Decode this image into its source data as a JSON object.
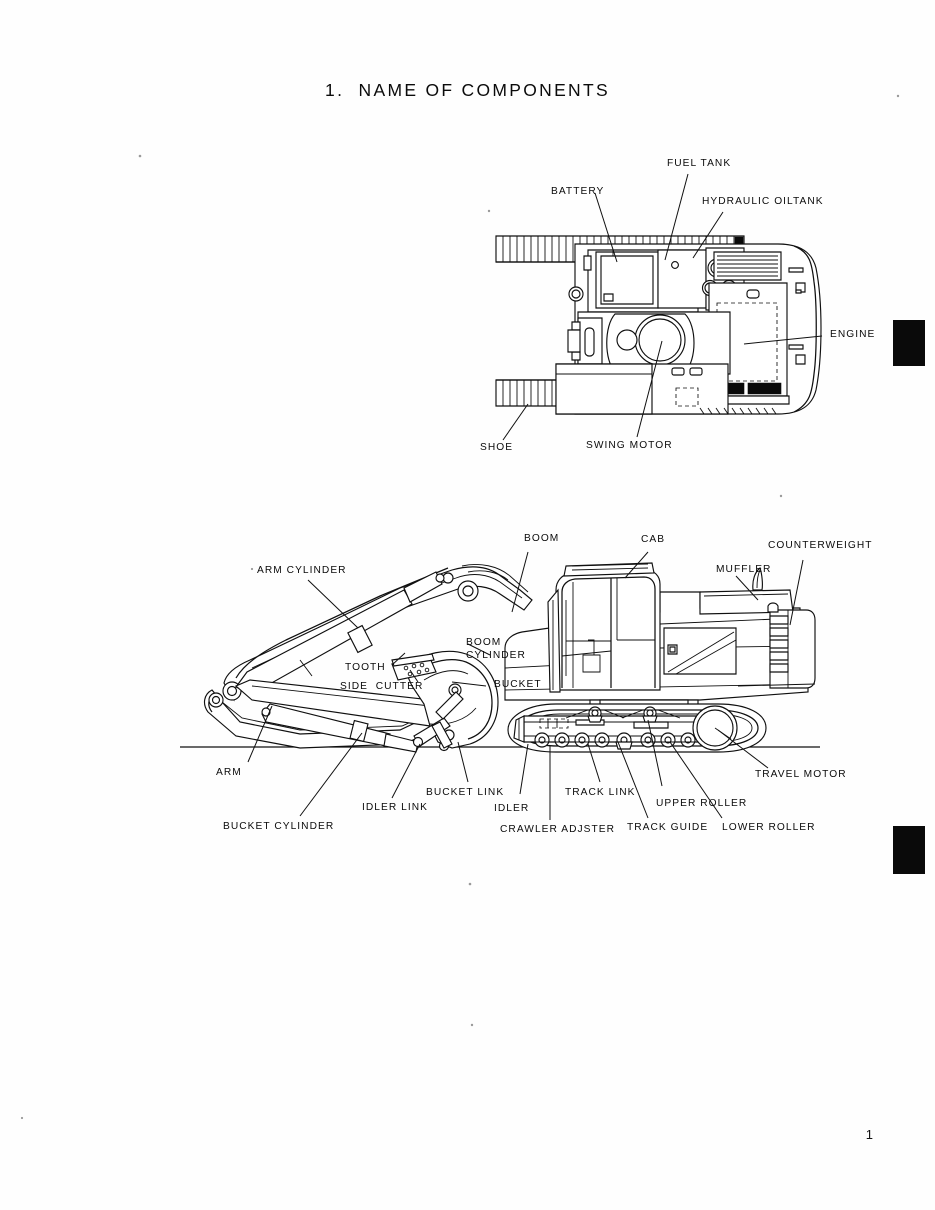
{
  "document": {
    "title": "1.  NAME OF COMPONENTS",
    "page_number": "1"
  },
  "top_view": {
    "caption": "plan view of hydraulic excavator upper structure",
    "callouts": [
      {
        "id": "fuel-tank",
        "label": "FUEL TANK"
      },
      {
        "id": "battery",
        "label": "BATTERY"
      },
      {
        "id": "hydraulic-oiltank",
        "label": "HYDRAULIC OILTANK"
      },
      {
        "id": "engine",
        "label": "ENGINE"
      },
      {
        "id": "shoe",
        "label": "SHOE"
      },
      {
        "id": "swing-motor",
        "label": "SWING MOTOR"
      }
    ]
  },
  "side_view": {
    "caption": "side elevation of hydraulic excavator",
    "callouts": [
      {
        "id": "arm-cylinder",
        "label": "ARM CYLINDER"
      },
      {
        "id": "boom",
        "label": "BOOM"
      },
      {
        "id": "cab",
        "label": "CAB"
      },
      {
        "id": "counterweight",
        "label": "COUNTERWEIGHT"
      },
      {
        "id": "muffler",
        "label": "MUFFLER"
      },
      {
        "id": "boom-cylinder",
        "label": "BOOM\nCYLINDER"
      },
      {
        "id": "tooth",
        "label": "TOOTH"
      },
      {
        "id": "side-cutter",
        "label": "SIDE  CUTTER"
      },
      {
        "id": "bucket",
        "label": "BUCKET"
      },
      {
        "id": "arm",
        "label": "ARM"
      },
      {
        "id": "bucket-cylinder",
        "label": "BUCKET CYLINDER"
      },
      {
        "id": "idler-link",
        "label": "IDLER LINK"
      },
      {
        "id": "bucket-link",
        "label": "BUCKET LINK"
      },
      {
        "id": "idler",
        "label": "IDLER"
      },
      {
        "id": "crawler-adjster",
        "label": "CRAWLER ADJSTER"
      },
      {
        "id": "track-link",
        "label": "TRACK LINK"
      },
      {
        "id": "track-guide",
        "label": "TRACK GUIDE"
      },
      {
        "id": "upper-roller",
        "label": "UPPER ROLLER"
      },
      {
        "id": "lower-roller",
        "label": "LOWER ROLLER"
      },
      {
        "id": "travel-motor",
        "label": "TRAVEL MOTOR"
      }
    ]
  },
  "colors": {
    "ink": "#101010",
    "paper": "#fefefe",
    "tab_marker": "#0a0a0a"
  }
}
